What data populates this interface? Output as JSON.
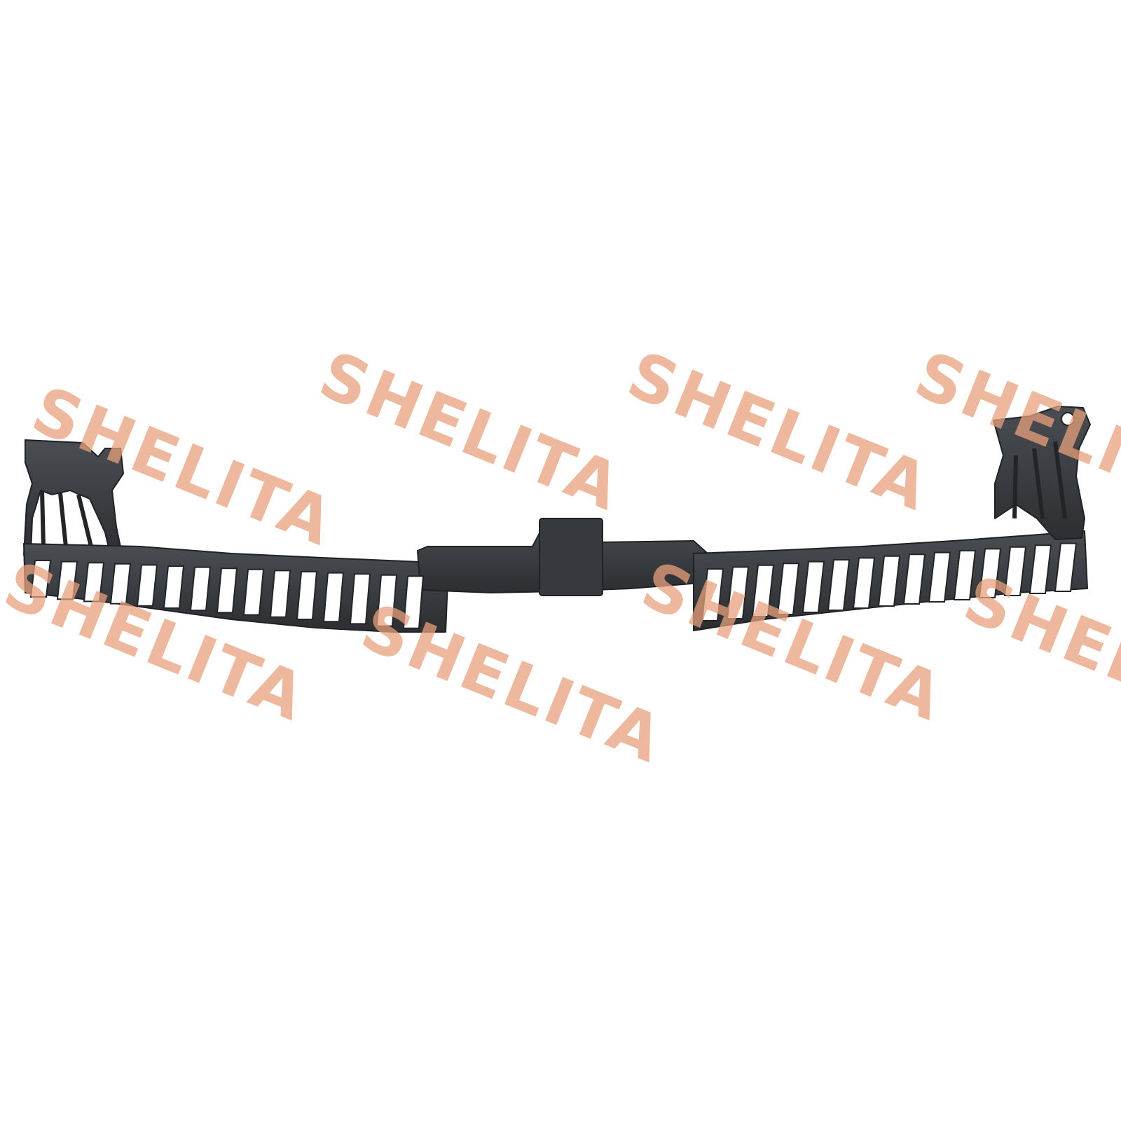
{
  "product": {
    "subject": "bumper-bracket-reinforcement",
    "part_color": "#3b3e42",
    "background_color": "#ffffff"
  },
  "watermark": {
    "text": "SHELITA",
    "color": "#e7a07c",
    "opacity": 0.75
  }
}
